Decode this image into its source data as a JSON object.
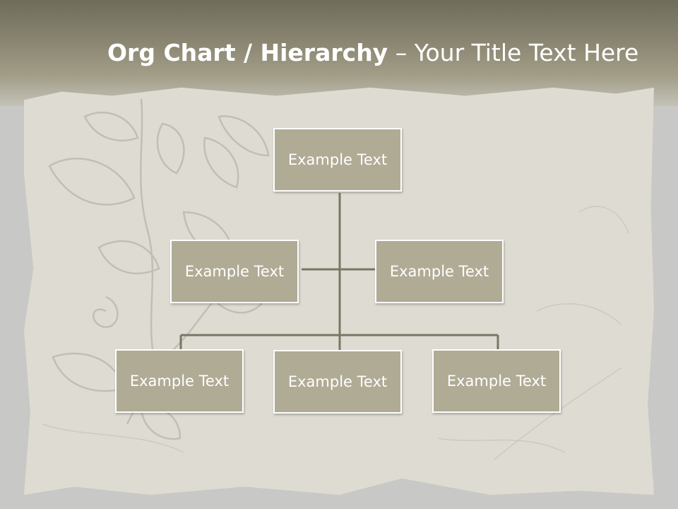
{
  "title": {
    "bold_part": "Org Chart / Hierarchy",
    "dash": " – ",
    "regular_part": "Your Title Text Here"
  },
  "org_chart": {
    "root": "Example Text",
    "assistants": [
      "Example Text",
      "Example Text"
    ],
    "children": [
      "Example Text",
      "Example Text",
      "Example Text"
    ]
  },
  "colors": {
    "node_fill": "#b0ab95",
    "node_border": "#ffffff",
    "connector": "#7b7664",
    "header_dark": "#6f6c5a",
    "paper": "#dedcd2"
  }
}
